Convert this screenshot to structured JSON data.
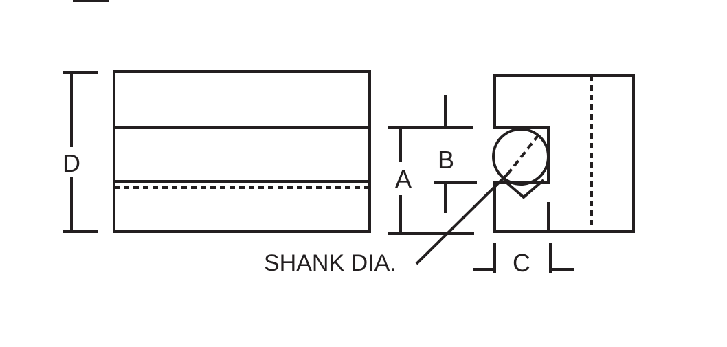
{
  "labels": {
    "a": "A",
    "b": "B",
    "c": "C",
    "d": "D",
    "shank": "SHANK DIA."
  },
  "colors": {
    "ink": "#231f20",
    "background": "#ffffff"
  }
}
